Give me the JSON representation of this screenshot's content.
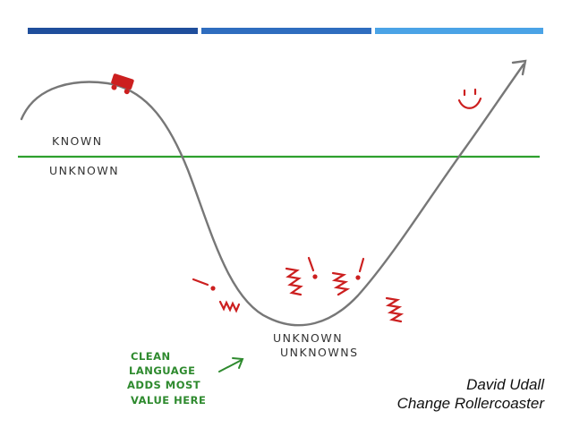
{
  "slide": {
    "accent_colors": [
      "#1f4e9c",
      "#2f6dbf",
      "#4aa3e6"
    ],
    "line_color": "#2ea02e",
    "curve_color": "#777777",
    "label_known": "KNOWN",
    "label_unknown": "UNKNOWN",
    "label_unknown_unknowns_line1": "UNKNOWN",
    "label_unknown_unknowns_line2": "UNKNOWNS",
    "note_lines": [
      "CLEAN",
      "LANGUAGE",
      "ADDS MOST",
      "VALUE HERE"
    ],
    "credit_name": "David Udall",
    "credit_title": "Change Rollercoaster"
  }
}
